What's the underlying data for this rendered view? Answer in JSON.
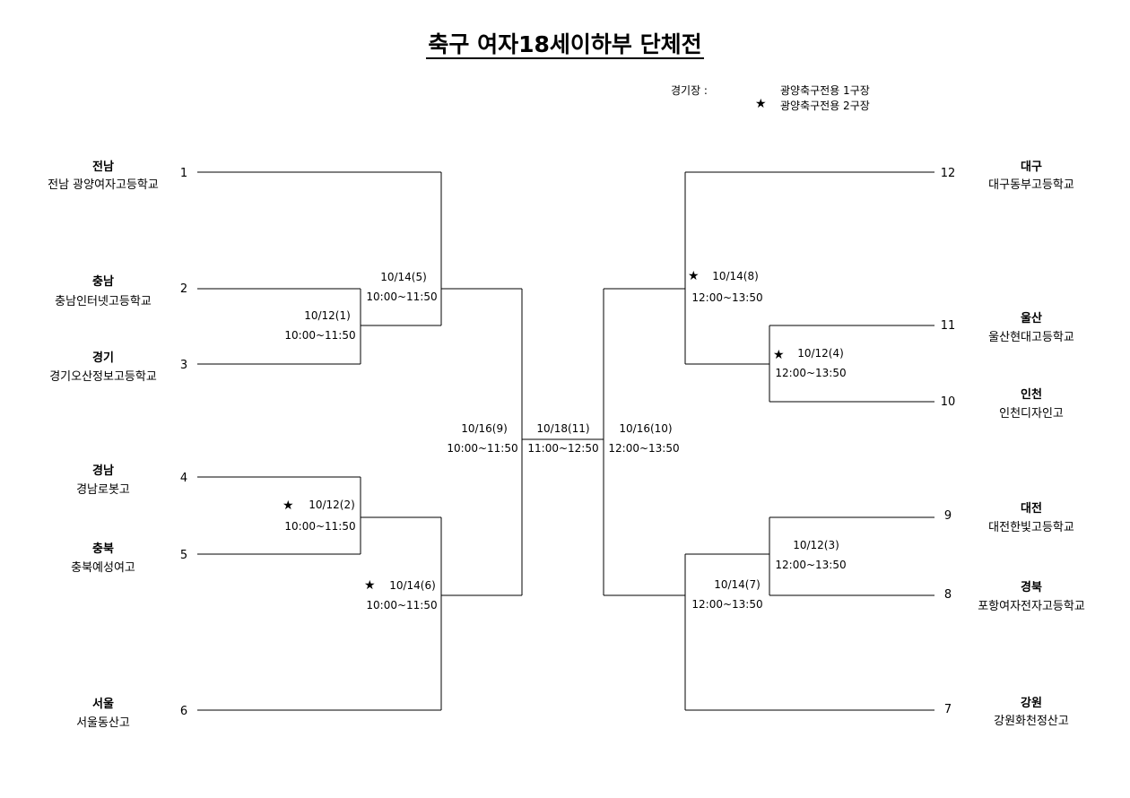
{
  "title": "축구 여자18세이하부 단체전",
  "venue": {
    "label": "경기장 :",
    "field1": "광양축구전용 1구장",
    "star": "★",
    "field2": "광양축구전용 2구장"
  },
  "teams": [
    {
      "seed": "1",
      "region": "전남",
      "school": "전남 광양여자고등학교"
    },
    {
      "seed": "2",
      "region": "충남",
      "school": "충남인터넷고등학교"
    },
    {
      "seed": "3",
      "region": "경기",
      "school": "경기오산정보고등학교"
    },
    {
      "seed": "4",
      "region": "경남",
      "school": "경남로봇고"
    },
    {
      "seed": "5",
      "region": "충북",
      "school": "충북예성여고"
    },
    {
      "seed": "6",
      "region": "서울",
      "school": "서울동산고"
    },
    {
      "seed": "12",
      "region": "대구",
      "school": "대구동부고등학교"
    },
    {
      "seed": "11",
      "region": "울산",
      "school": "울산현대고등학교"
    },
    {
      "seed": "10",
      "region": "인천",
      "school": "인천디자인고"
    },
    {
      "seed": "9",
      "region": "대전",
      "school": "대전한빛고등학교"
    },
    {
      "seed": "8",
      "region": "경북",
      "school": "포항여자전자고등학교"
    },
    {
      "seed": "7",
      "region": "강원",
      "school": "강원화천정산고"
    }
  ],
  "matches": [
    {
      "date": "10/12(1)",
      "time": "10:00~11:50",
      "star": ""
    },
    {
      "date": "10/12(2)",
      "time": "10:00~11:50",
      "star": "★"
    },
    {
      "date": "10/14(5)",
      "time": "10:00~11:50",
      "star": ""
    },
    {
      "date": "10/14(6)",
      "time": "10:00~11:50",
      "star": "★"
    },
    {
      "date": "10/16(9)",
      "time": "10:00~11:50",
      "star": ""
    },
    {
      "date": "10/18(11)",
      "time": "11:00~12:50",
      "star": ""
    },
    {
      "date": "10/16(10)",
      "time": "12:00~13:50",
      "star": ""
    },
    {
      "date": "10/14(8)",
      "time": "12:00~13:50",
      "star": "★"
    },
    {
      "date": "10/12(4)",
      "time": "12:00~13:50",
      "star": "★"
    },
    {
      "date": "10/12(3)",
      "time": "12:00~13:50",
      "star": ""
    },
    {
      "date": "10/14(7)",
      "time": "12:00~13:50",
      "star": ""
    }
  ]
}
